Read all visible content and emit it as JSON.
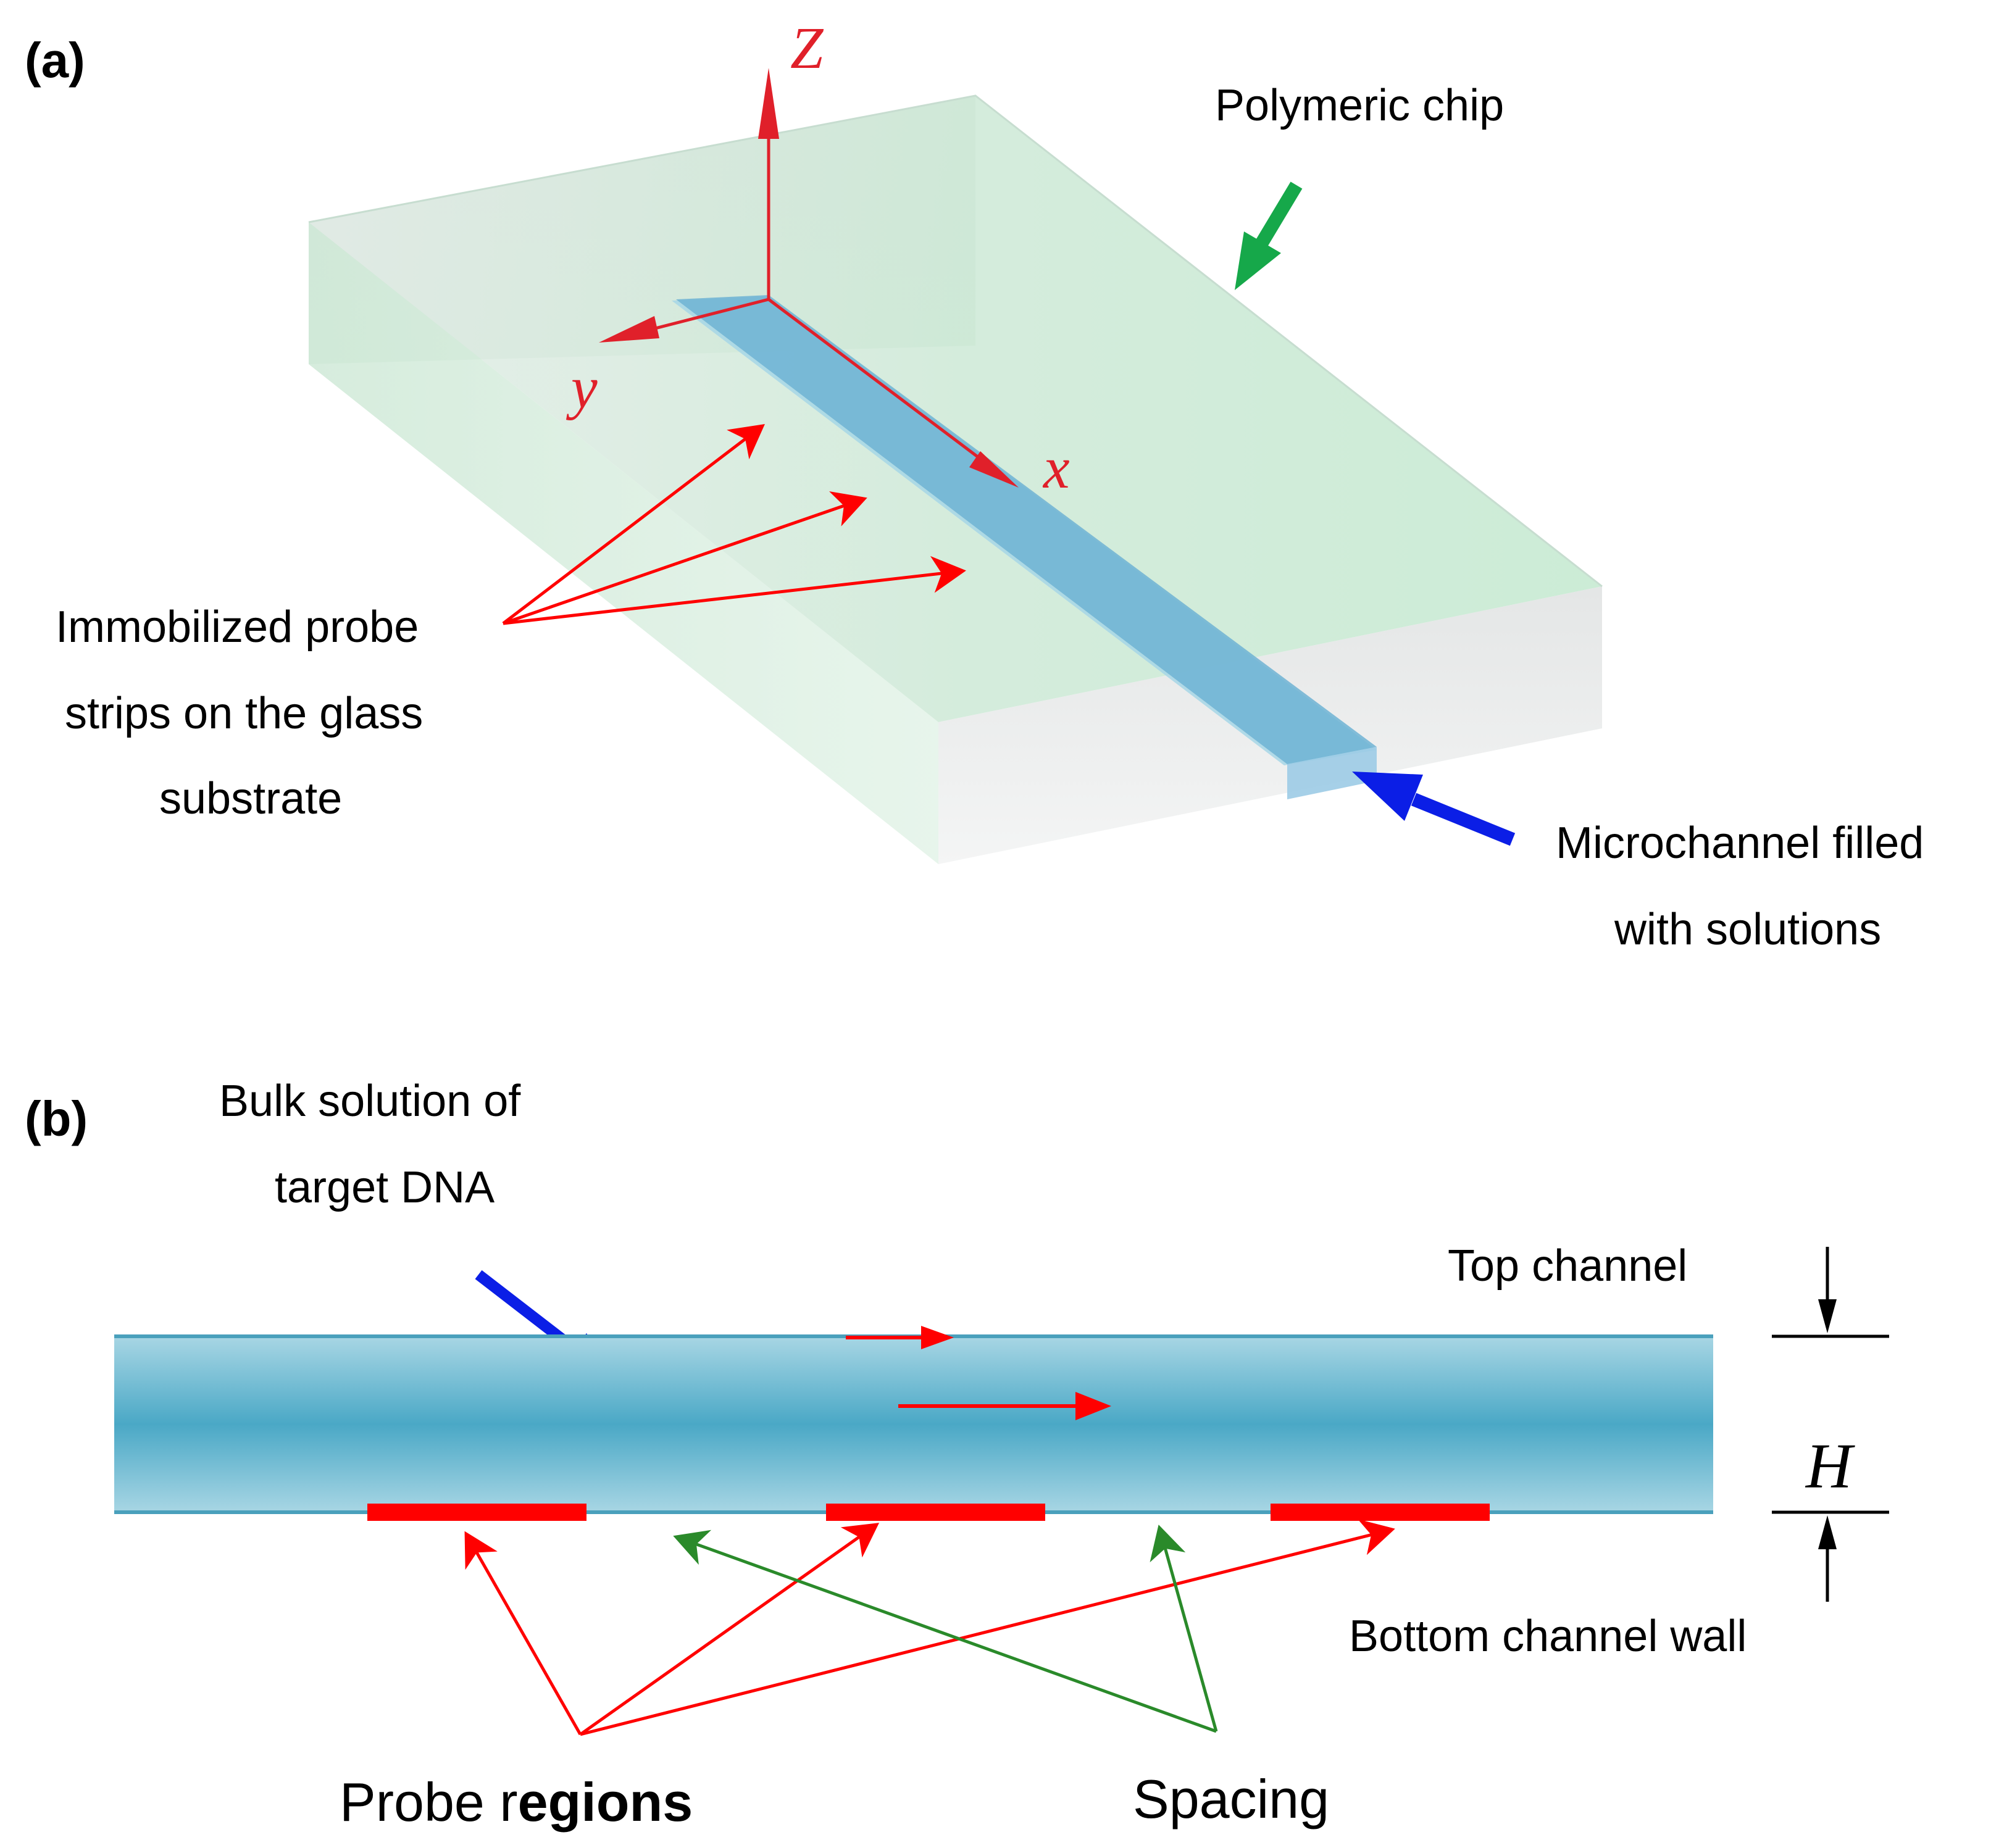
{
  "panel_a": {
    "label": "(a)",
    "axes": {
      "z": "Z",
      "y": "y",
      "x": "x"
    },
    "polymeric_chip": "Polymeric chip",
    "probe_strips": [
      "Immobilized probe",
      "strips on the glass",
      "substrate"
    ],
    "microchannel": [
      "Microchannel filled",
      "with solutions"
    ]
  },
  "panel_b": {
    "label": "(b)",
    "bulk_solution": [
      "Bulk solution of",
      "target DNA"
    ],
    "top_channel": "Top channel",
    "height_symbol": "H",
    "bottom_wall": "Bottom channel wall",
    "probe_regions_normal": "Probe r",
    "probe_regions_bold": "egions",
    "spacing": "Spacing"
  },
  "colors": {
    "axis_red": "#e0202a",
    "chip_green": "#c9e9d3",
    "chip_side": "#e6e9e8",
    "channel_blue": "#6fb3d4",
    "channel_dark": "#4aa8c6",
    "arrow_green": "#16a84a",
    "arrow_blue": "#0b1ee6",
    "spacing_green": "#2a8a2a",
    "probe_red": "#ff0000"
  }
}
